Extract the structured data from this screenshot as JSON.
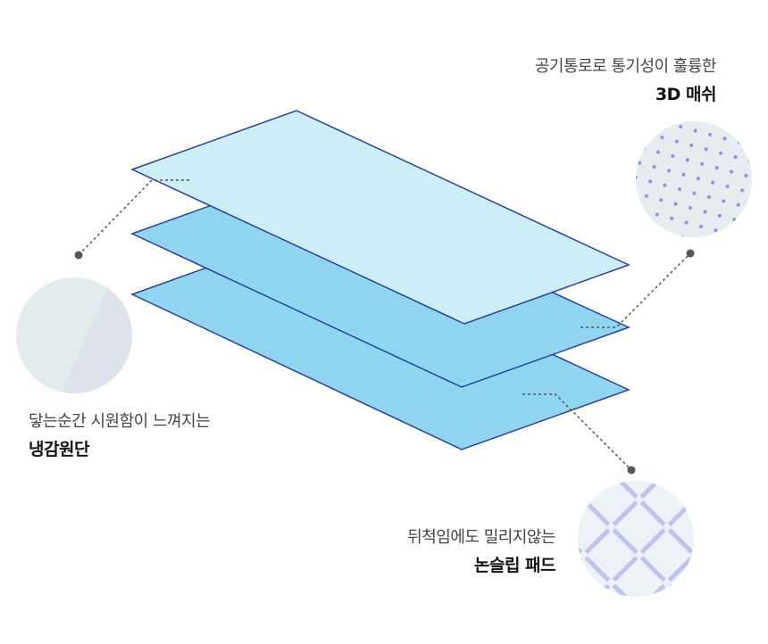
{
  "features": [
    {
      "id": "mesh",
      "subtitle": "공기통로로 통기성이 훌륭한",
      "title": "3D 매쉬"
    },
    {
      "id": "cooling",
      "subtitle": "닿는순간 시원함이 느껴지는",
      "title": "냉감원단"
    },
    {
      "id": "nonslip",
      "subtitle": "뒤척임에도 밀리지않는",
      "title": "논슬립 패드"
    }
  ],
  "colors": {
    "top_layer": "#cdeef7",
    "lower_layers": "#8fd5f0",
    "outline": "#2a3f9e",
    "leader": "#555555",
    "swatch_bg": "#e6f0f1",
    "pattern": "#b9bdf0"
  }
}
